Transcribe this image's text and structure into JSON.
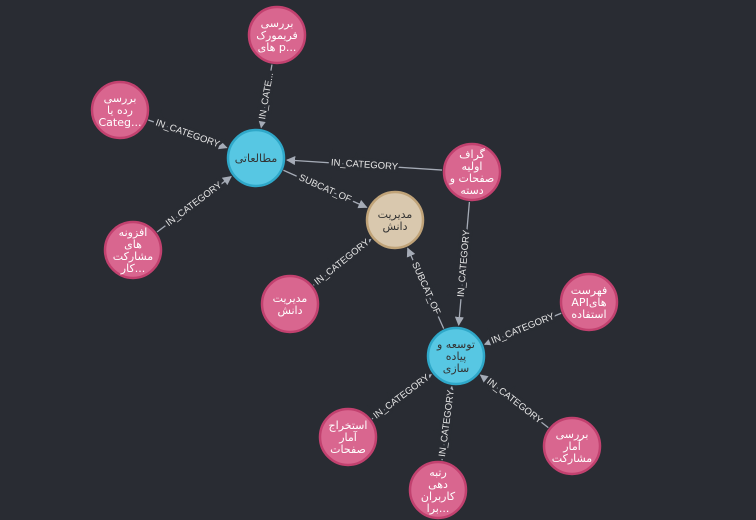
{
  "colors": {
    "background": "#292c33",
    "category_fill": "#57c7e3",
    "category_stroke": "#2fa8c9",
    "root_fill": "#d9c8ae",
    "root_stroke": "#c0a378",
    "page_fill": "#d9668f",
    "page_stroke": "#c2416f",
    "edge": "#a5abb6"
  },
  "nodes": [
    {
      "id": "n0",
      "type": "category",
      "lines": [
        "مطالعاتی"
      ]
    },
    {
      "id": "n1",
      "type": "root",
      "lines": [
        "مدیریت",
        "دانش"
      ]
    },
    {
      "id": "n2",
      "type": "category",
      "lines": [
        "توسعه و",
        "پیاده",
        "سازی"
      ]
    },
    {
      "id": "p1",
      "type": "page",
      "lines": [
        "بررسی",
        "فریمورک",
        "های p..."
      ]
    },
    {
      "id": "p2",
      "type": "page",
      "lines": [
        "بررسی",
        "رده یا",
        "Categ..."
      ]
    },
    {
      "id": "p3",
      "type": "page",
      "lines": [
        "گراف",
        "اولیه",
        "صفحات و",
        "دسته"
      ]
    },
    {
      "id": "p4",
      "type": "page",
      "lines": [
        "افزونه",
        "های",
        "مشارکت",
        "کار..."
      ]
    },
    {
      "id": "p5",
      "type": "page",
      "lines": [
        "مدیریت",
        "دانش"
      ]
    },
    {
      "id": "p6",
      "type": "page",
      "lines": [
        "فهرست",
        "APIهای",
        "استفاده"
      ]
    },
    {
      "id": "p7",
      "type": "page",
      "lines": [
        "استخراج",
        "آمار",
        "صفحات"
      ]
    },
    {
      "id": "p8",
      "type": "page",
      "lines": [
        "رتبه",
        "دهی",
        "کاربران",
        "برا..."
      ]
    },
    {
      "id": "p9",
      "type": "page",
      "lines": [
        "بررسی",
        "آمار",
        "مشارکت"
      ]
    }
  ],
  "edges": [
    {
      "from": "p1",
      "to": "n0",
      "label": "IN_CATE..."
    },
    {
      "from": "p2",
      "to": "n0",
      "label": "IN_CATEGORY"
    },
    {
      "from": "p3",
      "to": "n0",
      "label": "IN_CATEGORY"
    },
    {
      "from": "p4",
      "to": "n0",
      "label": "IN_CATEGORY"
    },
    {
      "from": "n0",
      "to": "n1",
      "label": "SUBCAT_OF"
    },
    {
      "from": "p5",
      "to": "n1",
      "label": "IN_CATEGORY"
    },
    {
      "from": "n2",
      "to": "n1",
      "label": "SUBCAT_OF"
    },
    {
      "from": "p3",
      "to": "n2",
      "label": "IN_CATEGORY"
    },
    {
      "from": "p6",
      "to": "n2",
      "label": "IN_CATEGORY"
    },
    {
      "from": "p7",
      "to": "n2",
      "label": "IN_CATEGORY"
    },
    {
      "from": "p8",
      "to": "n2",
      "label": "IN_CATEGORY"
    },
    {
      "from": "p9",
      "to": "n2",
      "label": "IN_CATEGORY"
    }
  ]
}
